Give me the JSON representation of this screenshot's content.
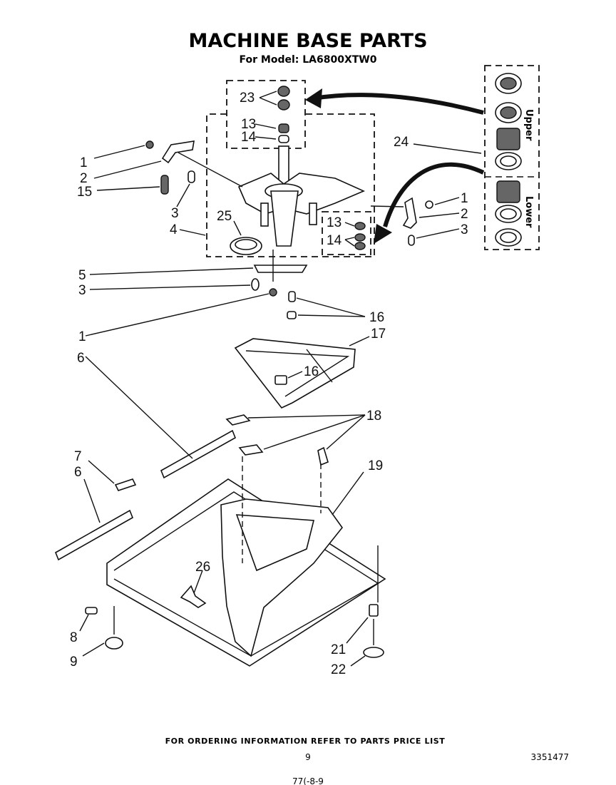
{
  "header": {
    "title": "MACHINE BASE PARTS",
    "subtitle": "For Model: LA6800XTW0"
  },
  "bearing_kit": {
    "upper_label": "Upper",
    "lower_label": "Lower"
  },
  "callouts": {
    "c23": "23",
    "c13a": "13",
    "c14a": "14",
    "c1a": "1",
    "c2a": "2",
    "c15": "15",
    "c3a": "3",
    "c4": "4",
    "c25": "25",
    "c24": "24",
    "c1b": "1",
    "c2b": "2",
    "c3b": "3",
    "c13b": "13",
    "c14b": "14",
    "c5": "5",
    "c3c": "3",
    "c1c": "1",
    "c16a": "16",
    "c17": "17",
    "c16b": "16",
    "c6a": "6",
    "c18": "18",
    "c7": "7",
    "c6b": "6",
    "c19": "19",
    "c26": "26",
    "c8": "8",
    "c9": "9",
    "c21": "21",
    "c22": "22"
  },
  "footer": {
    "ordering_note": "FOR ORDERING INFORMATION REFER TO PARTS PRICE LIST",
    "page_number": "9",
    "doc_number": "3351477",
    "bottom_mark": "77(-8-9"
  }
}
